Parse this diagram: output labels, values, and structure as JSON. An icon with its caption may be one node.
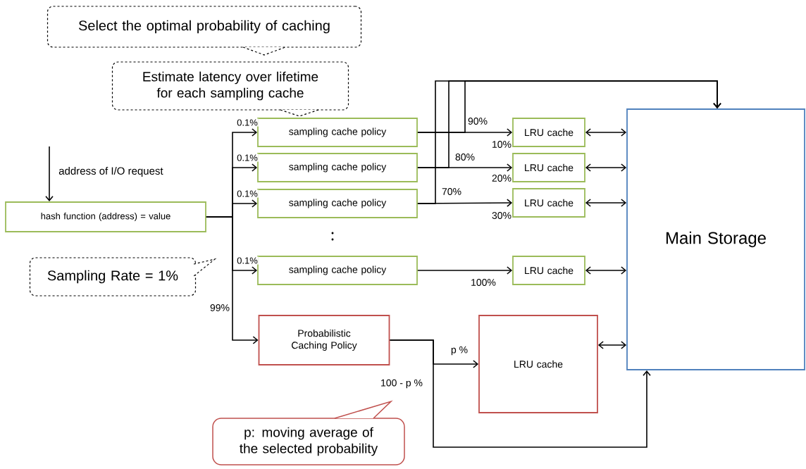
{
  "diagram": {
    "nodes": [
      {
        "text": [
          "Select the optimal probability of caching"
        ]
      },
      {
        "text": [
          "Estimate latency over lifetime for each sampling cache"
        ]
      },
      {
        "text": [
          "hash function (address) = value"
        ]
      },
      {
        "text": [
          "Sampling Rate = 1%"
        ]
      },
      {
        "text": [
          "sampling cache policy"
        ]
      },
      {
        "text": [
          "sampling cache policy"
        ]
      },
      {
        "text": [
          "sampling cache policy"
        ]
      },
      {
        "text": [
          "sampling cache policy"
        ]
      },
      {
        "text": [
          "Probabilistic Caching Policy"
        ]
      },
      {
        "text": [
          "LRU cache"
        ]
      },
      {
        "text": [
          "LRU cache"
        ]
      },
      {
        "text": [
          "LRU cache"
        ]
      },
      {
        "text": [
          "LRU cache"
        ]
      },
      {
        "text": [
          "LRU cache"
        ]
      },
      {
        "text": [
          "Main Storage"
        ]
      },
      {
        "text": [
          "p: moving average of the selected probability"
        ]
      }
    ],
    "edges": [
      {
        "from": null,
        "to": 2,
        "arrow": "to",
        "label": "address of I/O request"
      },
      {
        "from": 2,
        "to": 4,
        "arrow": "to",
        "label": "0.1%"
      },
      {
        "from": 2,
        "to": 5,
        "arrow": "to",
        "label": "0.1%"
      },
      {
        "from": 2,
        "to": 6,
        "arrow": "to",
        "label": "0.1%"
      },
      {
        "from": 2,
        "to": 7,
        "arrow": "to",
        "label": "0.1%"
      },
      {
        "from": 2,
        "to": 8,
        "arrow": "to",
        "label": "99%"
      },
      {
        "from": 4,
        "to": 9,
        "arrow": "to",
        "label": "10%"
      },
      {
        "from": 4,
        "to": 14,
        "arrow": "to",
        "label": "90%"
      },
      {
        "from": 5,
        "to": 10,
        "arrow": "to",
        "label": "20%"
      },
      {
        "from": 5,
        "to": 14,
        "arrow": "to",
        "label": "80%"
      },
      {
        "from": 6,
        "to": 11,
        "arrow": "to",
        "label": "30%"
      },
      {
        "from": 6,
        "to": 14,
        "arrow": "to",
        "label": "70%"
      },
      {
        "from": 7,
        "to": 12,
        "arrow": "to",
        "label": "100%"
      },
      {
        "from": 8,
        "to": 13,
        "arrow": "to",
        "label": "p %"
      },
      {
        "from": 8,
        "to": 14,
        "arrow": "to",
        "label": "100 - p %"
      },
      {
        "from": 9,
        "to": 14,
        "arrow": "both"
      },
      {
        "from": 10,
        "to": 14,
        "arrow": "both"
      },
      {
        "from": 11,
        "to": 14,
        "arrow": "both"
      },
      {
        "from": 12,
        "to": 14,
        "arrow": "both"
      },
      {
        "from": 13,
        "to": 14,
        "arrow": "both"
      }
    ]
  }
}
